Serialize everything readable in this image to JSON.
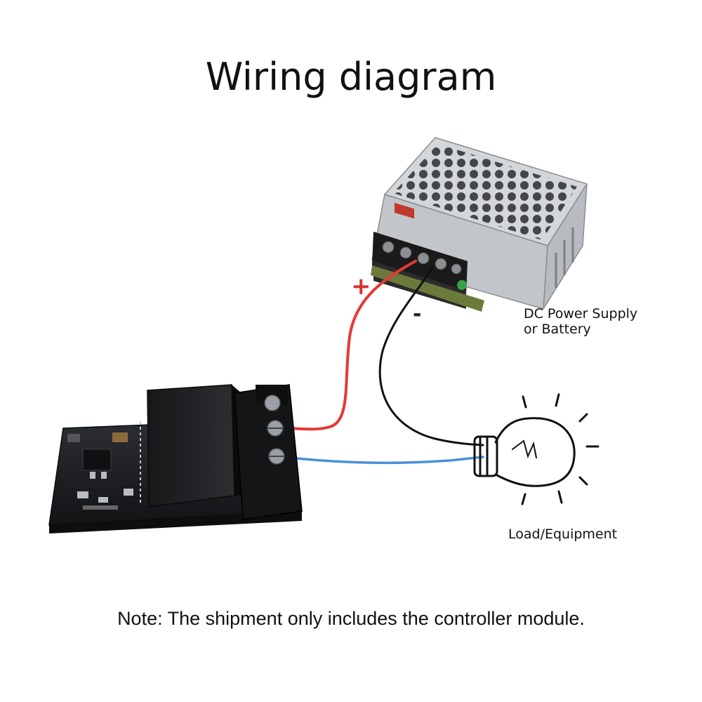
{
  "title": "Wiring diagram",
  "power_supply": {
    "label_line1": "DC Power Supply",
    "label_line2": "or Battery"
  },
  "load": {
    "label": "Load/Equipment"
  },
  "polarity": {
    "positive": "+",
    "negative": "-"
  },
  "note": "Note: The shipment only includes the controller module.",
  "colors": {
    "positive_wire": "#e53935",
    "negative_wire": "#111111",
    "signal_wire": "#4a90d9",
    "pcb": "#1b1d20",
    "psu_body": "#c9ccd0"
  },
  "icons": [
    "relay-module-icon",
    "power-supply-icon",
    "light-bulb-icon"
  ]
}
